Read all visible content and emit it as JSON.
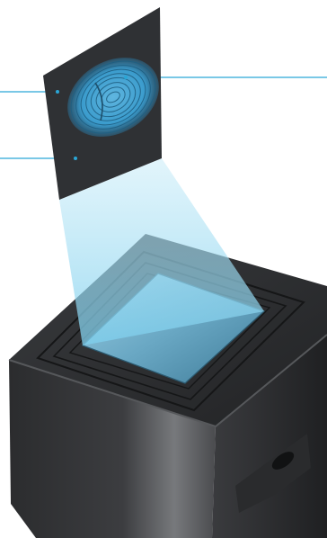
{
  "illustration": {
    "subject": "fingerprint-scanner",
    "colors": {
      "callout_line": "#2aa6d6",
      "fingerprint": "#3aa0d0",
      "image_card": "#2f3134",
      "light_beam": "#9fdcf2",
      "device_body": "#3a3b3e",
      "device_top": "#2e3032",
      "glass_platen": "#7fb7cf"
    },
    "callouts": [
      {
        "id": "left-upper",
        "label": ""
      },
      {
        "id": "left-lower",
        "label": ""
      },
      {
        "id": "right",
        "label": ""
      }
    ]
  }
}
